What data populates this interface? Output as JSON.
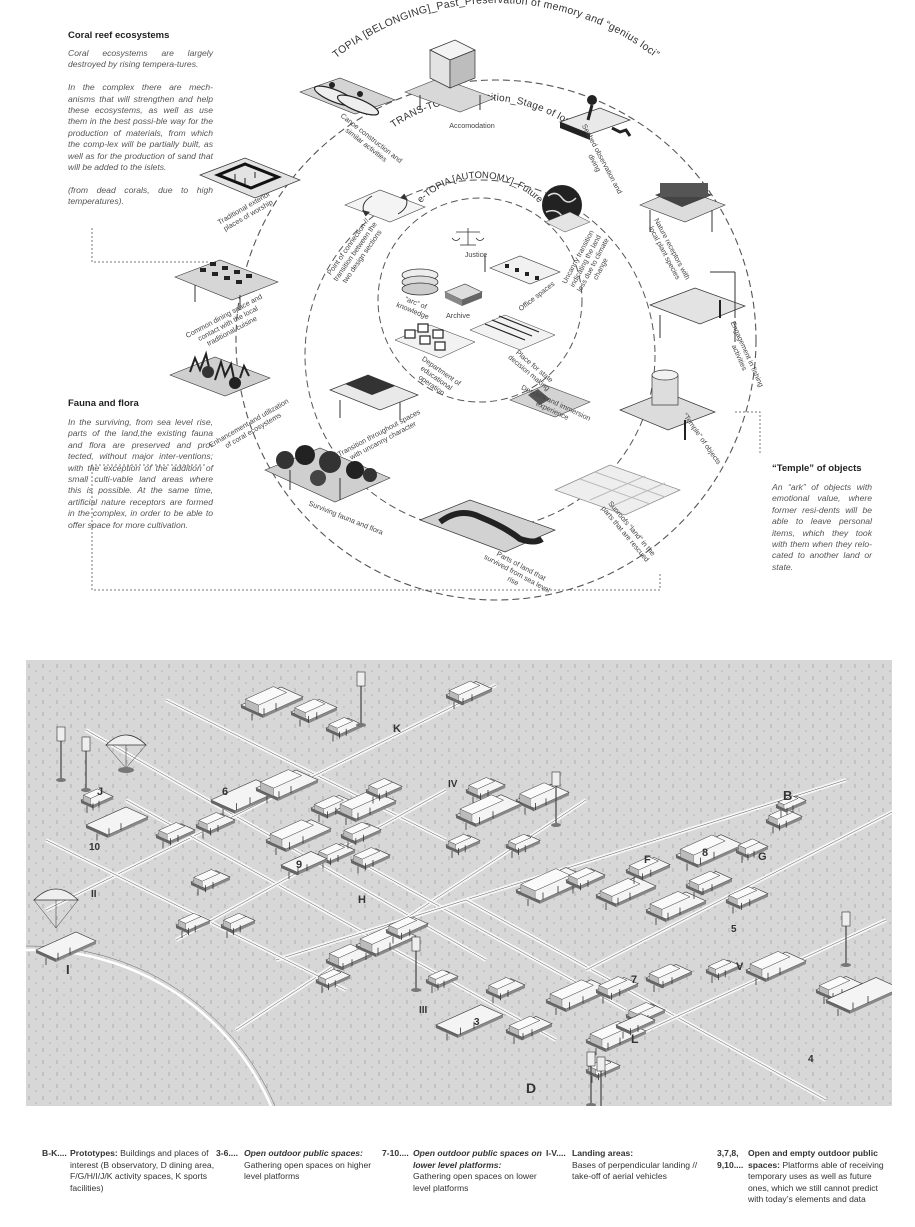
{
  "side_notes": {
    "coral": {
      "title": "Coral reef ecosystems",
      "text": "Coral ecosystems are largely destroyed by rising tempera-tures.\n\nIn the complex there are mech-anisms that will strengthen and help these ecosystems, as well as use them in the best possi-ble way for the production of materials, from which the comp-lex will be partially built, as well as for the production of sand that will be added to the islets.\n\n(from dead corals, due to high temperatures)."
    },
    "fauna": {
      "title": "Fauna and flora",
      "text": "In the surviving, from sea level rise, parts of the land,the existing fauna and flora are preserved and pro-tected, without major inter-ventions; with the exception of the addition of small culti-vable land areas where this is possible. At the same time, artificial nature receptors are formed in the complex, in order to be able to offer space for more cultivation."
    },
    "temple": {
      "title": "“Temple” of objects",
      "text": "An “ark” of objects with emotional value, where former resi-dents will be able to leave personal items, which they took with them when they relo-cated to another land or state."
    }
  },
  "rings": {
    "outer": "TOPIA [BELONGING]_Past_Preservation of memory and “genius loci”",
    "middle": "TRANS-TOPIA_Transition_Stage of loss",
    "inner": "e-TOPIA [AUTONOMY]_Future"
  },
  "outer_labels": [
    "Accomodation",
    "Seabed observation and diving",
    "Nature receptors with local plant species",
    "Engagement in fishing activities",
    "“Temple” of objects",
    "Sunroofs “land” in the parts that are rescued",
    "Parts of land that survived from sea level rise",
    "Surviving fauna and flora",
    "Enhancement and utilization of coral ecosystems",
    "Common dining space and contact with the local traditional cuisine",
    "Traditional exterior places of worship",
    "Canoe construction and similar activities"
  ],
  "middle_labels": [
    "Point of connection // transition between the two design sections",
    "Uncanny transition indicating the land loss due to climate change",
    "Descent and immersion experience",
    "Transition throughout spaces with uncanny character"
  ],
  "inner_labels": [
    "Justice",
    "Office spaces",
    "Place for state decision making",
    "Department of educational operation",
    "Archive",
    "“arc” of knowledge"
  ],
  "map_labels": [
    "B",
    "K",
    "J",
    "F",
    "G",
    "8",
    "6",
    "IV",
    "10",
    "II",
    "I",
    "9",
    "H",
    "5",
    "V",
    "7",
    "III",
    "3",
    "L",
    "4",
    "D"
  ],
  "legend": [
    {
      "key": "B-K....",
      "title": "Prototypes:",
      "text": "Buildings and places of interest (B observatory, D dining area, F/G/H/I/J/K activity spaces, K sports facilities)"
    },
    {
      "key": "3-6....",
      "title": "Open outdoor public spaces:",
      "text": "Gathering open spaces on higher level platforms"
    },
    {
      "key": "7-10....",
      "title": "Open outdoor public spaces on lower level platforms:",
      "text": "Gathering open spaces on lower level platforms"
    },
    {
      "key": "I-V....",
      "title": "Landing areas:",
      "text": "Bases of perpendicular landing // take-off of aerial vehicles"
    },
    {
      "key": "3,7,8, 9,10....",
      "title": "Open and empty outdoor public spaces:",
      "text": "Platforms able of receiving temporary uses as well as future ones, which we still cannot predict with today’s elements and data"
    }
  ]
}
